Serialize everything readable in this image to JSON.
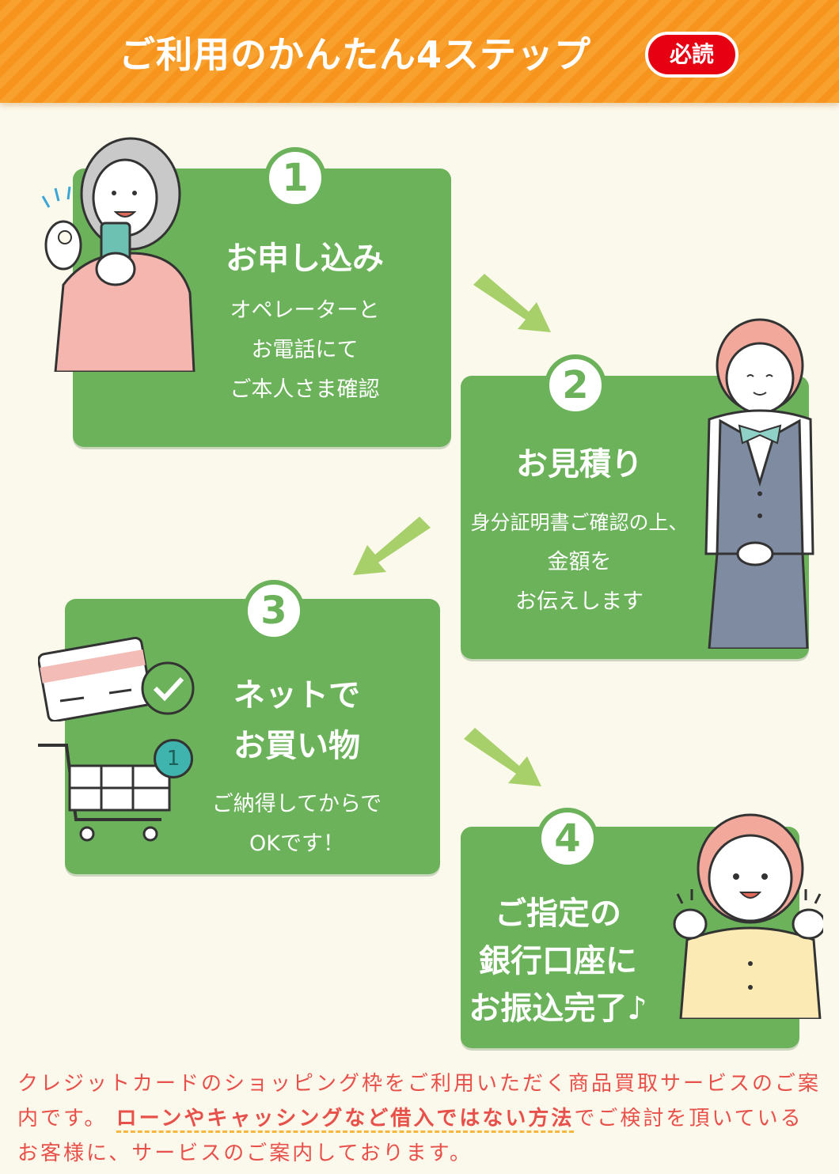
{
  "header": {
    "title": "ご利用のかんたん4ステップ",
    "badge": "必読"
  },
  "steps": [
    {
      "number": "1",
      "title": "お申し込み",
      "lines": [
        "オペレーターと",
        "お電話にて",
        "ご本人さま確認"
      ]
    },
    {
      "number": "2",
      "title": "お見積り",
      "lines": [
        "身分証明書ご確認の上、",
        "金額を",
        "お伝えします"
      ]
    },
    {
      "number": "3",
      "title_lines": [
        "ネットで",
        "お買い物"
      ],
      "lines": [
        "ご納得してからで",
        "OKです！"
      ],
      "cart_badge": "1"
    },
    {
      "number": "4",
      "title_lines": [
        "ご指定の",
        "銀行口座に",
        "お振込完了♪"
      ]
    }
  ],
  "footer": {
    "text_before": "クレジットカードのショッピング枠をご利用いただく商品買取サービスのご案内です。",
    "highlight": "ローンやキャッシングなど借入ではない方法",
    "text_after": "でご検討を頂いているお客様に、サービスのご案内しております。"
  },
  "colors": {
    "banner": "#f7941d",
    "panel": "#6bb25a",
    "arrow": "#a8d06a",
    "badge": "#e60012",
    "footer_text": "#e8504a",
    "highlight_underline": "#f6b73c"
  }
}
